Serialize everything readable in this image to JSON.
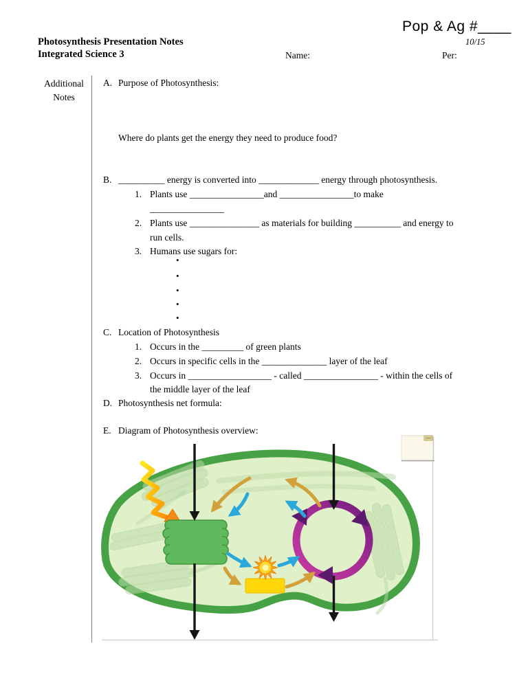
{
  "header": {
    "pop_ag_label": "Pop & Ag #____",
    "date": "10/15",
    "course_title_line1": "Photosynthesis Presentation Notes",
    "course_title_line2": "Integrated Science 3",
    "name_label": "Name:",
    "per_label": "Per:"
  },
  "margin_column": {
    "label_line1": "Additional",
    "label_line2": "Notes"
  },
  "sections": {
    "a": {
      "letter": "A.",
      "title": "Purpose of Photosynthesis:",
      "question": "Where do plants get the energy they need to produce food?"
    },
    "b": {
      "letter": "B.",
      "title": "__________ energy is converted into _____________ energy through photosynthesis.",
      "items": [
        {
          "num": "1.",
          "line1": "Plants use ________________and ________________to make",
          "line2": "________________"
        },
        {
          "num": "2.",
          "line1": "Plants use _______________ as materials for building __________ and energy to",
          "line2": "run cells."
        },
        {
          "num": "3.",
          "line1": "Humans use sugars for:",
          "line2": ""
        }
      ],
      "bullet_glyph": "•",
      "bullet_count": 5
    },
    "c": {
      "letter": "C.",
      "title": "Location of Photosynthesis",
      "items": [
        {
          "num": "1.",
          "line1": "Occurs in the _________ of green plants",
          "line2": ""
        },
        {
          "num": "2.",
          "line1": "Occurs in specific cells in the ______________ layer of the leaf",
          "line2": ""
        },
        {
          "num": "3.",
          "line1": "Occurs in __________________ - called ________________ - within the cells of",
          "line2": "the middle layer of the leaf"
        }
      ]
    },
    "d": {
      "letter": "D.",
      "title": "Photosynthesis net formula:"
    },
    "e": {
      "letter": "E.",
      "title": "Diagram of Photosynthesis overview:"
    }
  },
  "diagram": {
    "description": "Plant-cell photosynthesis overview: light zigzag arrow entering cell, granum/chloroplast stack, sun burst and energy rectangle, Calvin-cycle ring, black gas-exchange arrows in and out, faint background grana, small pale note box at top right",
    "colors": {
      "cell_fill": "#e0f0c8",
      "cell_border": "#47a245",
      "chloroplast_green": "#5fb95d",
      "calvin_ring_magenta": "#c43ba3",
      "calvin_ring_purple": "#6c1e7e",
      "ring_arrowheads": "#5c1a6e",
      "sun_spikes": "#f6a31c",
      "sun_core": "#ffd92b",
      "energy_rect_yellow": "#ffd60a",
      "light_arrow_yellow": "#ffe71e",
      "light_arrow_orange": "#ff8e00",
      "blue_arrows": "#2aa7db",
      "tan_arrows": "#d2a13c",
      "black_arrows": "#151515",
      "note_box": "#fbf8ea"
    }
  }
}
